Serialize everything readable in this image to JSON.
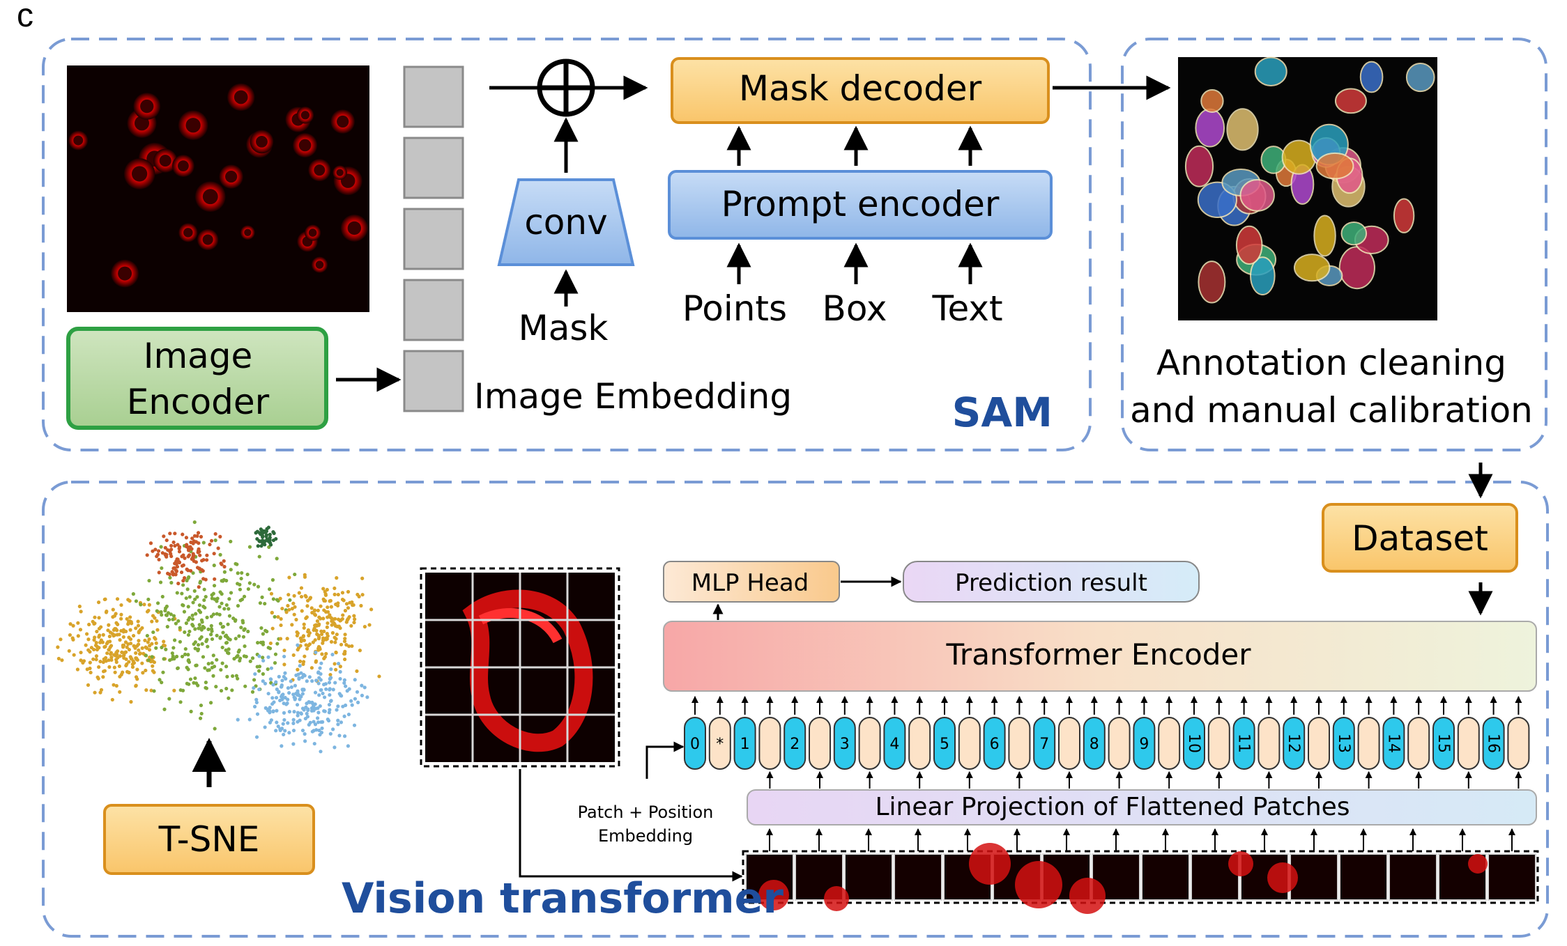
{
  "panel_letter": "c",
  "sam": {
    "title": "SAM",
    "image_encoder": "Image\nEncoder",
    "image_embedding": "Image Embedding",
    "conv": "conv",
    "mask": "Mask",
    "mask_decoder": "Mask decoder",
    "prompt_encoder": "Prompt encoder",
    "prompts": [
      "Points",
      "Box",
      "Text"
    ]
  },
  "annotation": {
    "caption_line1": "Annotation cleaning",
    "caption_line2": "and manual calibration"
  },
  "dataset": "Dataset",
  "vit": {
    "title": "Vision transformer",
    "tsne": "T-SNE",
    "mlp_head": "MLP Head",
    "prediction": "Prediction result",
    "transformer_encoder": "Transformer Encoder",
    "linear_projection": "Linear Projection of Flattened Patches",
    "patch_position_line1": "Patch + Position",
    "patch_position_line2": "Embedding",
    "token_labels": [
      "0",
      "*",
      "1",
      "2",
      "3",
      "4",
      "5",
      "6",
      "7",
      "8",
      "9",
      "10",
      "11",
      "12",
      "13",
      "14",
      "15",
      "16"
    ]
  },
  "colors": {
    "dashed_border": "#7a9bd4",
    "sam_title": "#1f4e9c",
    "orange_fill": "#fcd38a",
    "orange_border": "#d98f1d",
    "blue_fill": "#a9c8ee",
    "blue_border": "#5b8fd8",
    "green_fill": "#b7d7a4",
    "green_border": "#2ea043",
    "token_cyan": "#2ec9ec",
    "token_peach": "#fde3c8"
  }
}
